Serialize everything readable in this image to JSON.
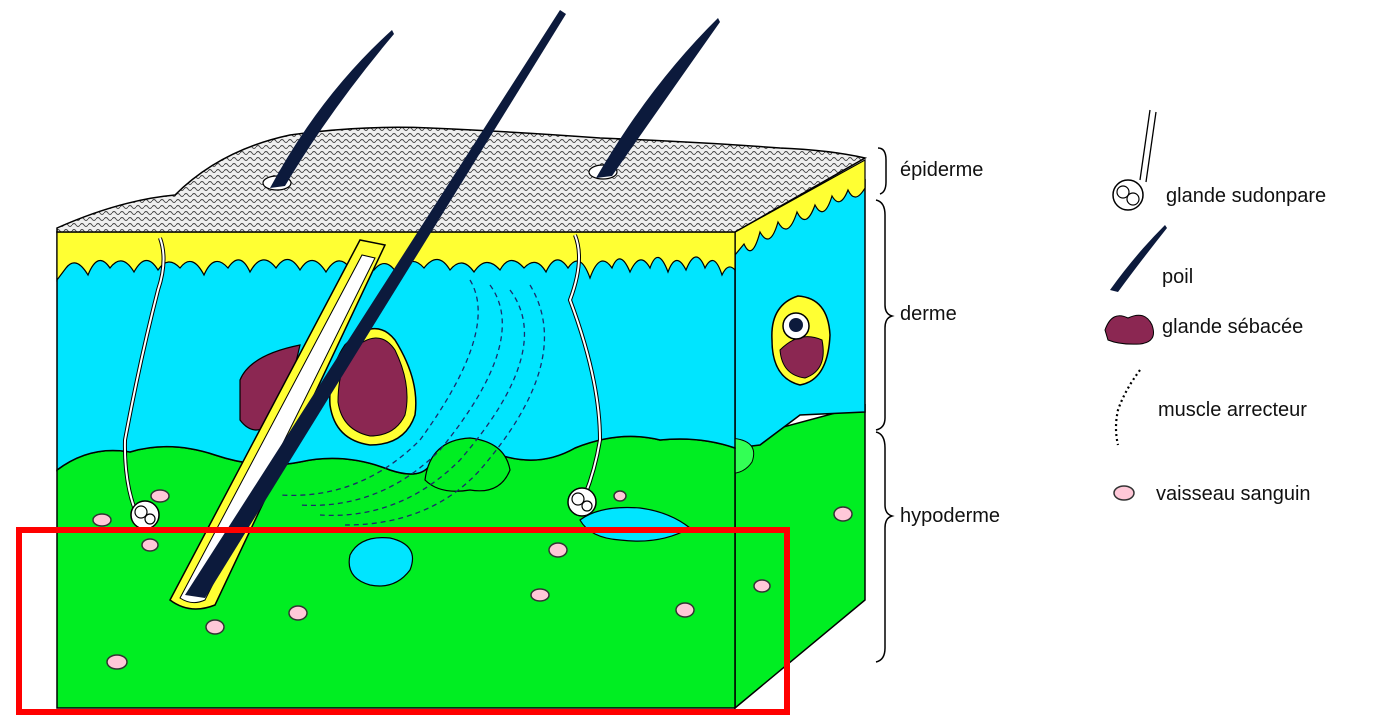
{
  "diagram": {
    "layer_labels": {
      "epidermis": "épiderme",
      "dermis": "derme",
      "hypodermis": "hypoderme"
    },
    "legend": [
      {
        "icon": "sweat-gland-icon",
        "label": "glande sudonpare"
      },
      {
        "icon": "hair-icon",
        "label": "poil"
      },
      {
        "icon": "sebaceous-gland-icon",
        "label": "glande sébacée"
      },
      {
        "icon": "arrector-muscle-icon",
        "label": "muscle arrecteur"
      },
      {
        "icon": "blood-vessel-icon",
        "label": "vaisseau sanguin"
      }
    ],
    "colors": {
      "epidermis": "#eeeeee",
      "papillae": "#ffff33",
      "dermis": "#00e5ff",
      "hypodermis": "#00ee22",
      "hair": "#0c1a3c",
      "sebaceous_gland": "#8b2752",
      "vessel": "#ffc8d8",
      "highlight_box": "#ff0000"
    }
  }
}
